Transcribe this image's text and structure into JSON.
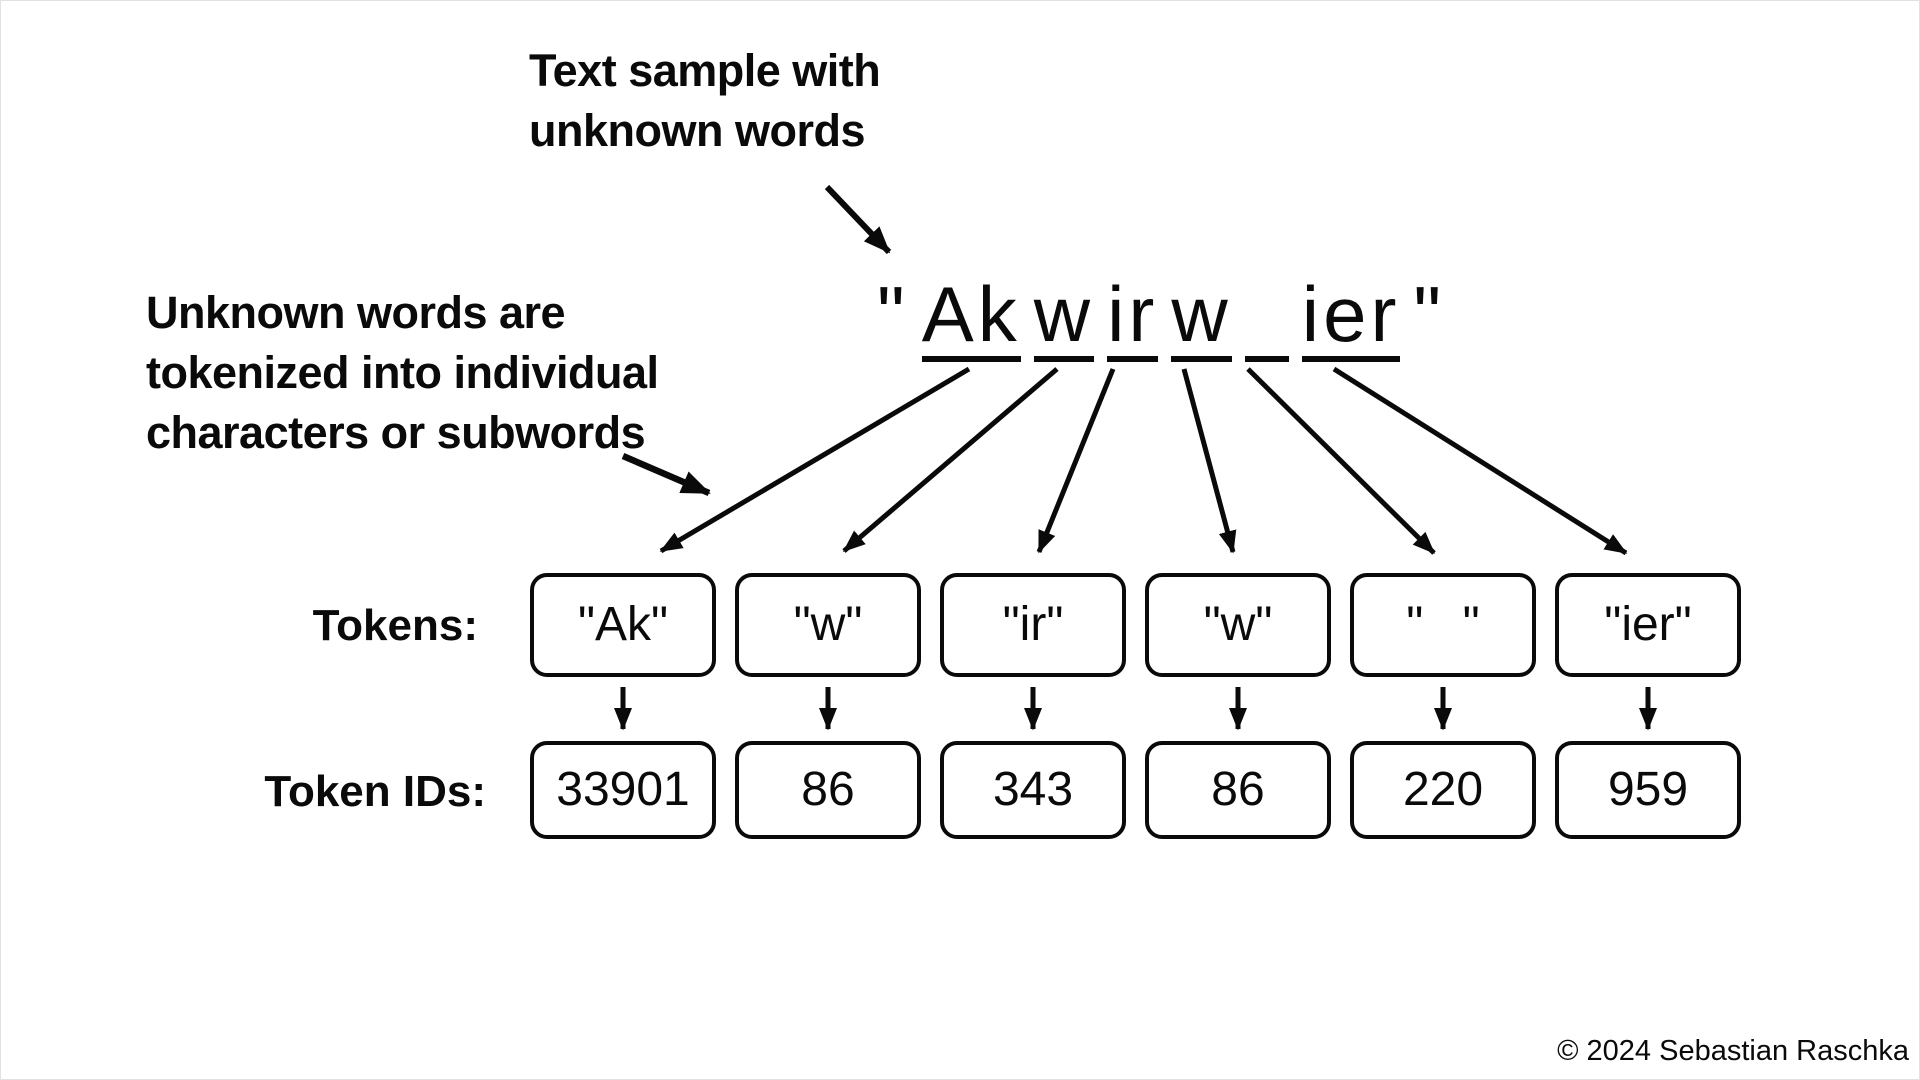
{
  "annotations": {
    "text_sample_note": {
      "line1": "Text sample with",
      "line2": "unknown words"
    },
    "unknown_words_note": {
      "line1": "Unknown words are",
      "line2": "tokenized into individual",
      "line3": "characters or subwords"
    }
  },
  "sample_text": {
    "full_string": "Akwirw ier",
    "open_quote": "\"",
    "close_quote": "\"",
    "segments": [
      "Ak",
      "w",
      "ir",
      "w",
      " ",
      "ier"
    ]
  },
  "tokens": {
    "row_label": "Tokens:",
    "values": [
      "\"Ak\"",
      "\"w\"",
      "\"ir\"",
      "\"w\"",
      "\" \"",
      "\"ier\""
    ]
  },
  "token_ids": {
    "row_label": "Token IDs:",
    "values": [
      "33901",
      "86",
      "343",
      "86",
      "220",
      "959"
    ]
  },
  "footer": {
    "copyright": "© 2024 Sebastian Raschka"
  },
  "colors": {
    "ink": "#0a0a0a",
    "background": "#ffffff"
  }
}
